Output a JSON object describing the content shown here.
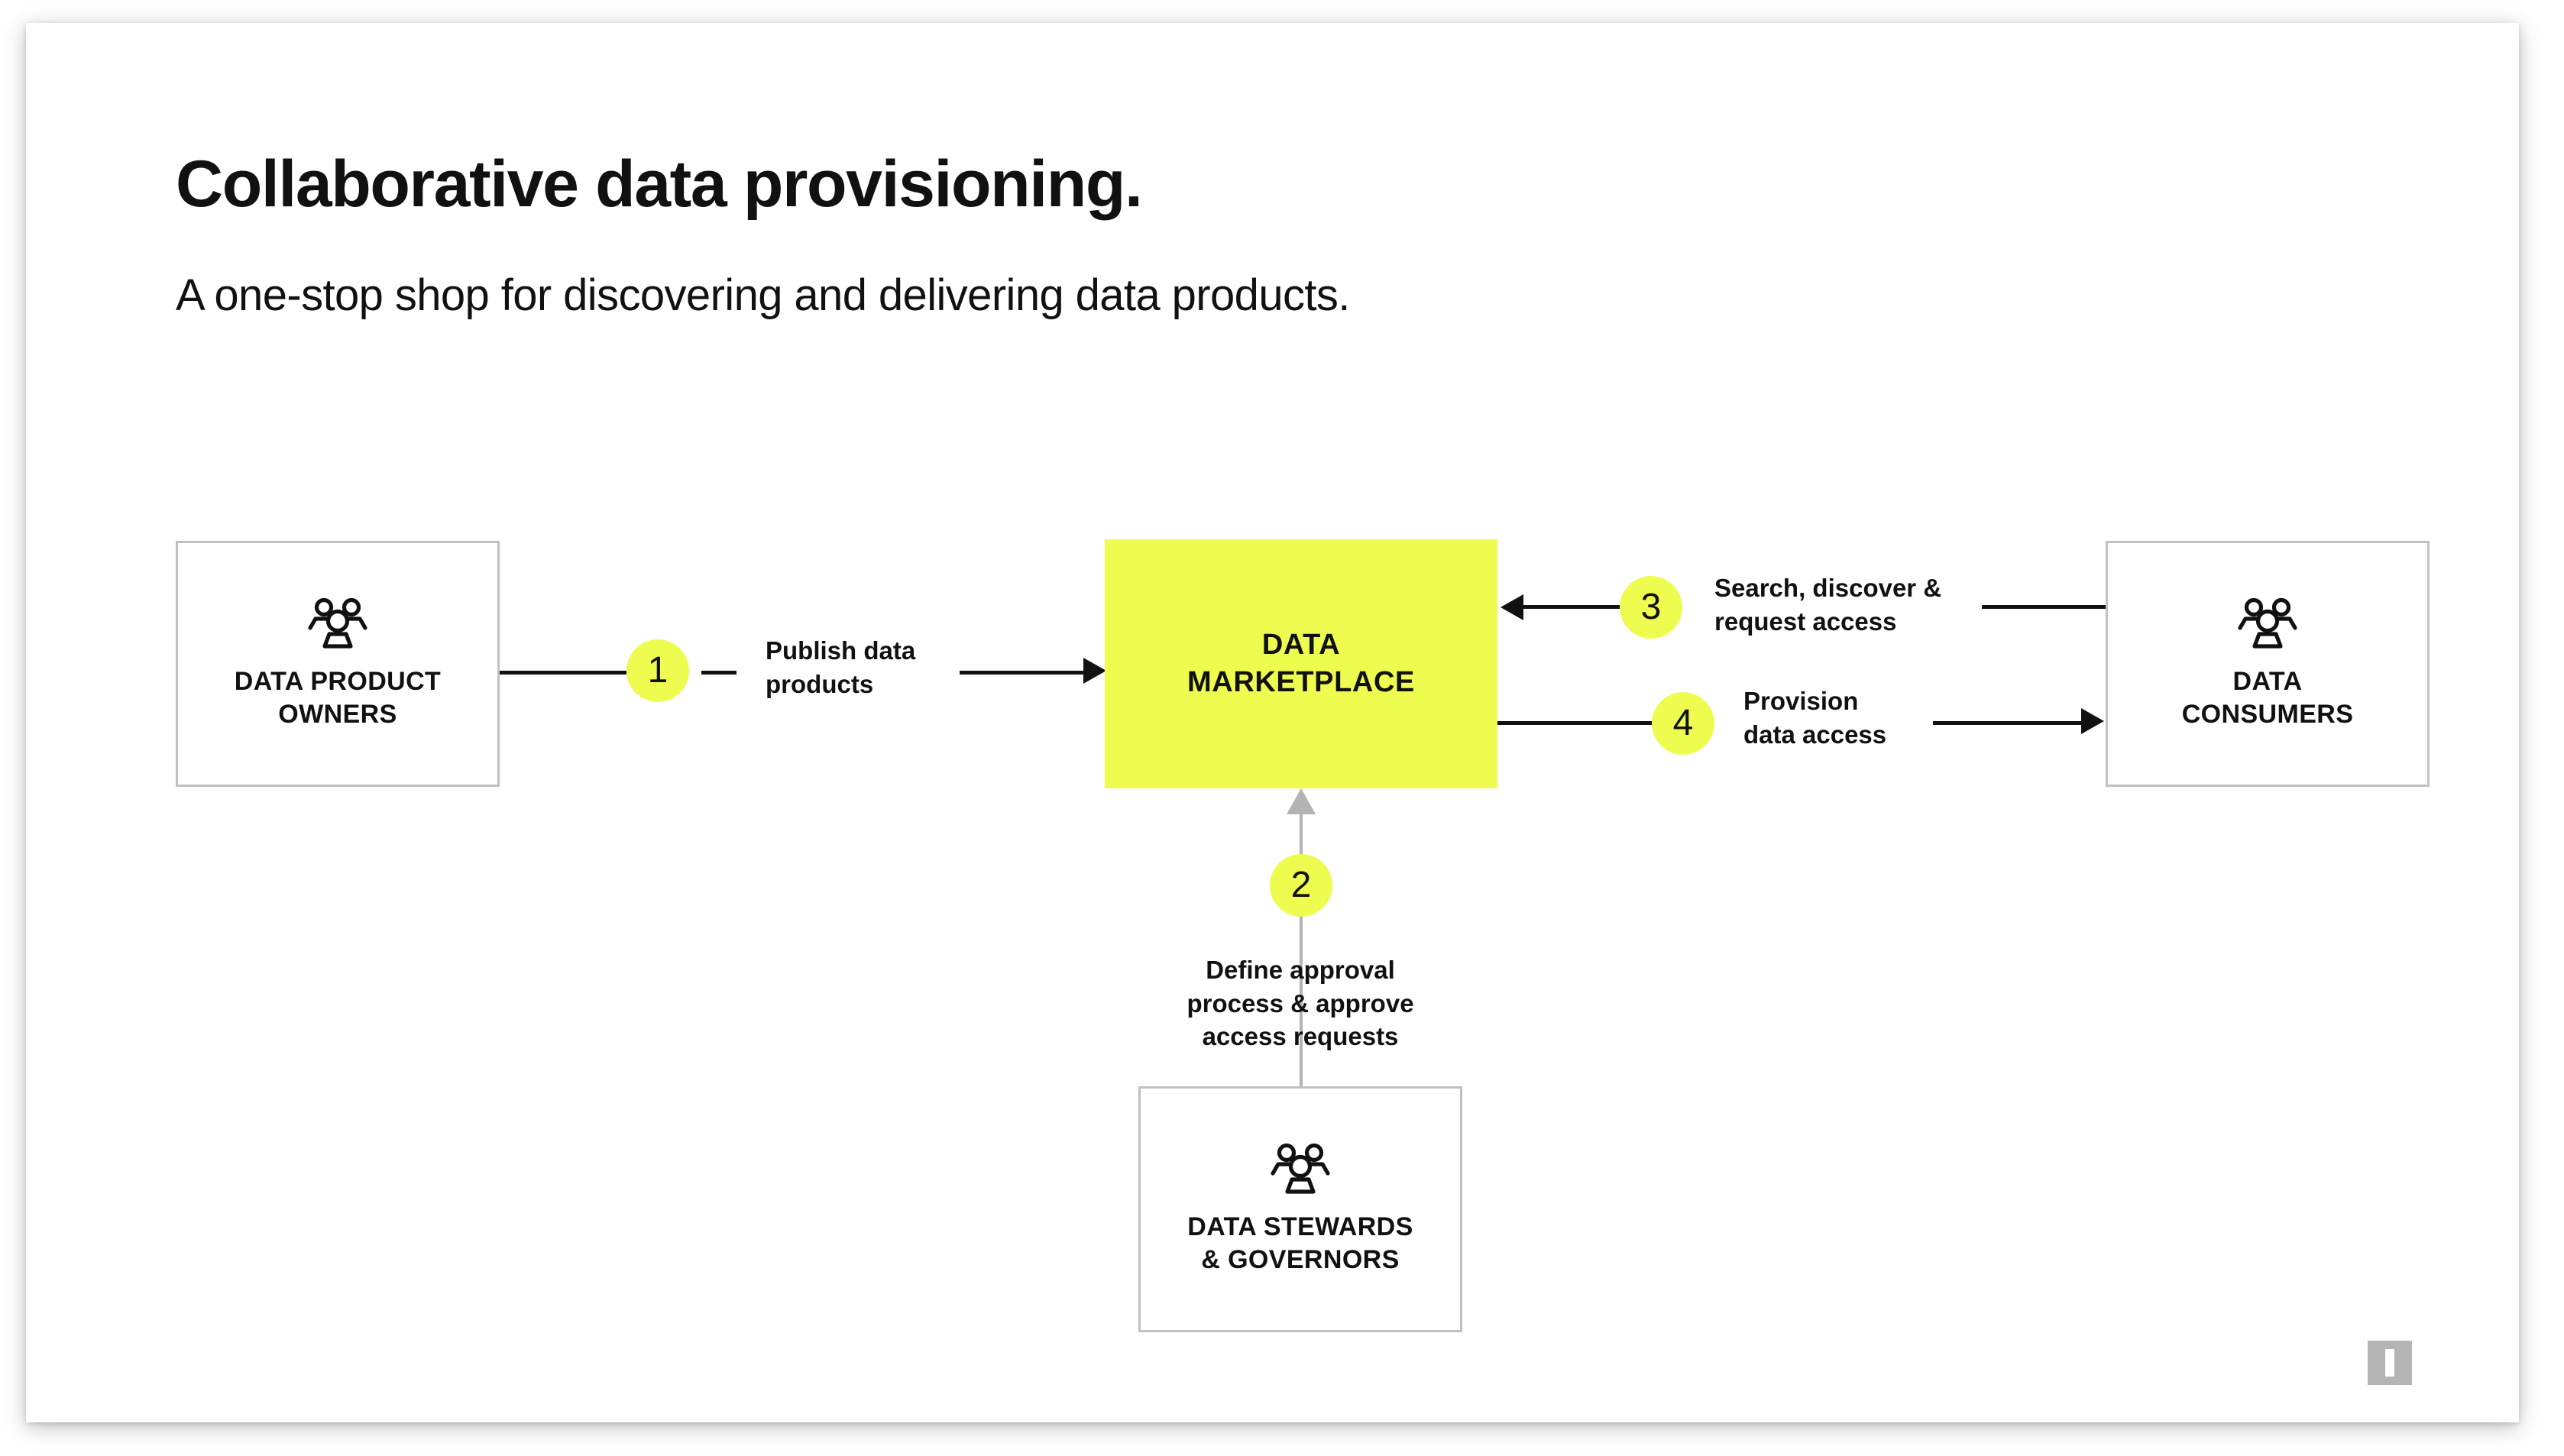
{
  "slide": {
    "title": "Collaborative data provisioning.",
    "subtitle": "A one-stop shop for discovering and delivering data products."
  },
  "colors": {
    "accent": "#EEFC4F",
    "box_border": "#C0C0C0",
    "text": "#111111",
    "gray_connector": "#B3B3B3",
    "logo_gray": "#B4B4B4"
  },
  "diagram": {
    "type": "flow",
    "nodes": [
      {
        "id": "data-product-owners",
        "label": "DATA PRODUCT\nOWNERS",
        "icon": "people-group-icon",
        "style": "outlined"
      },
      {
        "id": "data-marketplace",
        "label": "DATA\nMARKETPLACE",
        "icon": "",
        "style": "filled-accent"
      },
      {
        "id": "data-consumers",
        "label": "DATA\nCONSUMERS",
        "icon": "people-group-icon",
        "style": "outlined"
      },
      {
        "id": "data-stewards-governors",
        "label": "DATA STEWARDS\n& GOVERNORS",
        "icon": "people-group-icon",
        "style": "outlined"
      }
    ],
    "steps": [
      {
        "number": "1",
        "caption": "Publish data\nproducts",
        "from": "data-product-owners",
        "to": "data-marketplace",
        "direction": "right"
      },
      {
        "number": "2",
        "caption": "Define approval\nprocess & approve\naccess requests",
        "from": "data-stewards-governors",
        "to": "data-marketplace",
        "direction": "up"
      },
      {
        "number": "3",
        "caption": "Search, discover &\nrequest access",
        "from": "data-consumers",
        "to": "data-marketplace",
        "direction": "left"
      },
      {
        "number": "4",
        "caption": "Provision\ndata access",
        "from": "data-marketplace",
        "to": "data-consumers",
        "direction": "right"
      }
    ]
  },
  "logo": {
    "name": "logo-mark"
  }
}
